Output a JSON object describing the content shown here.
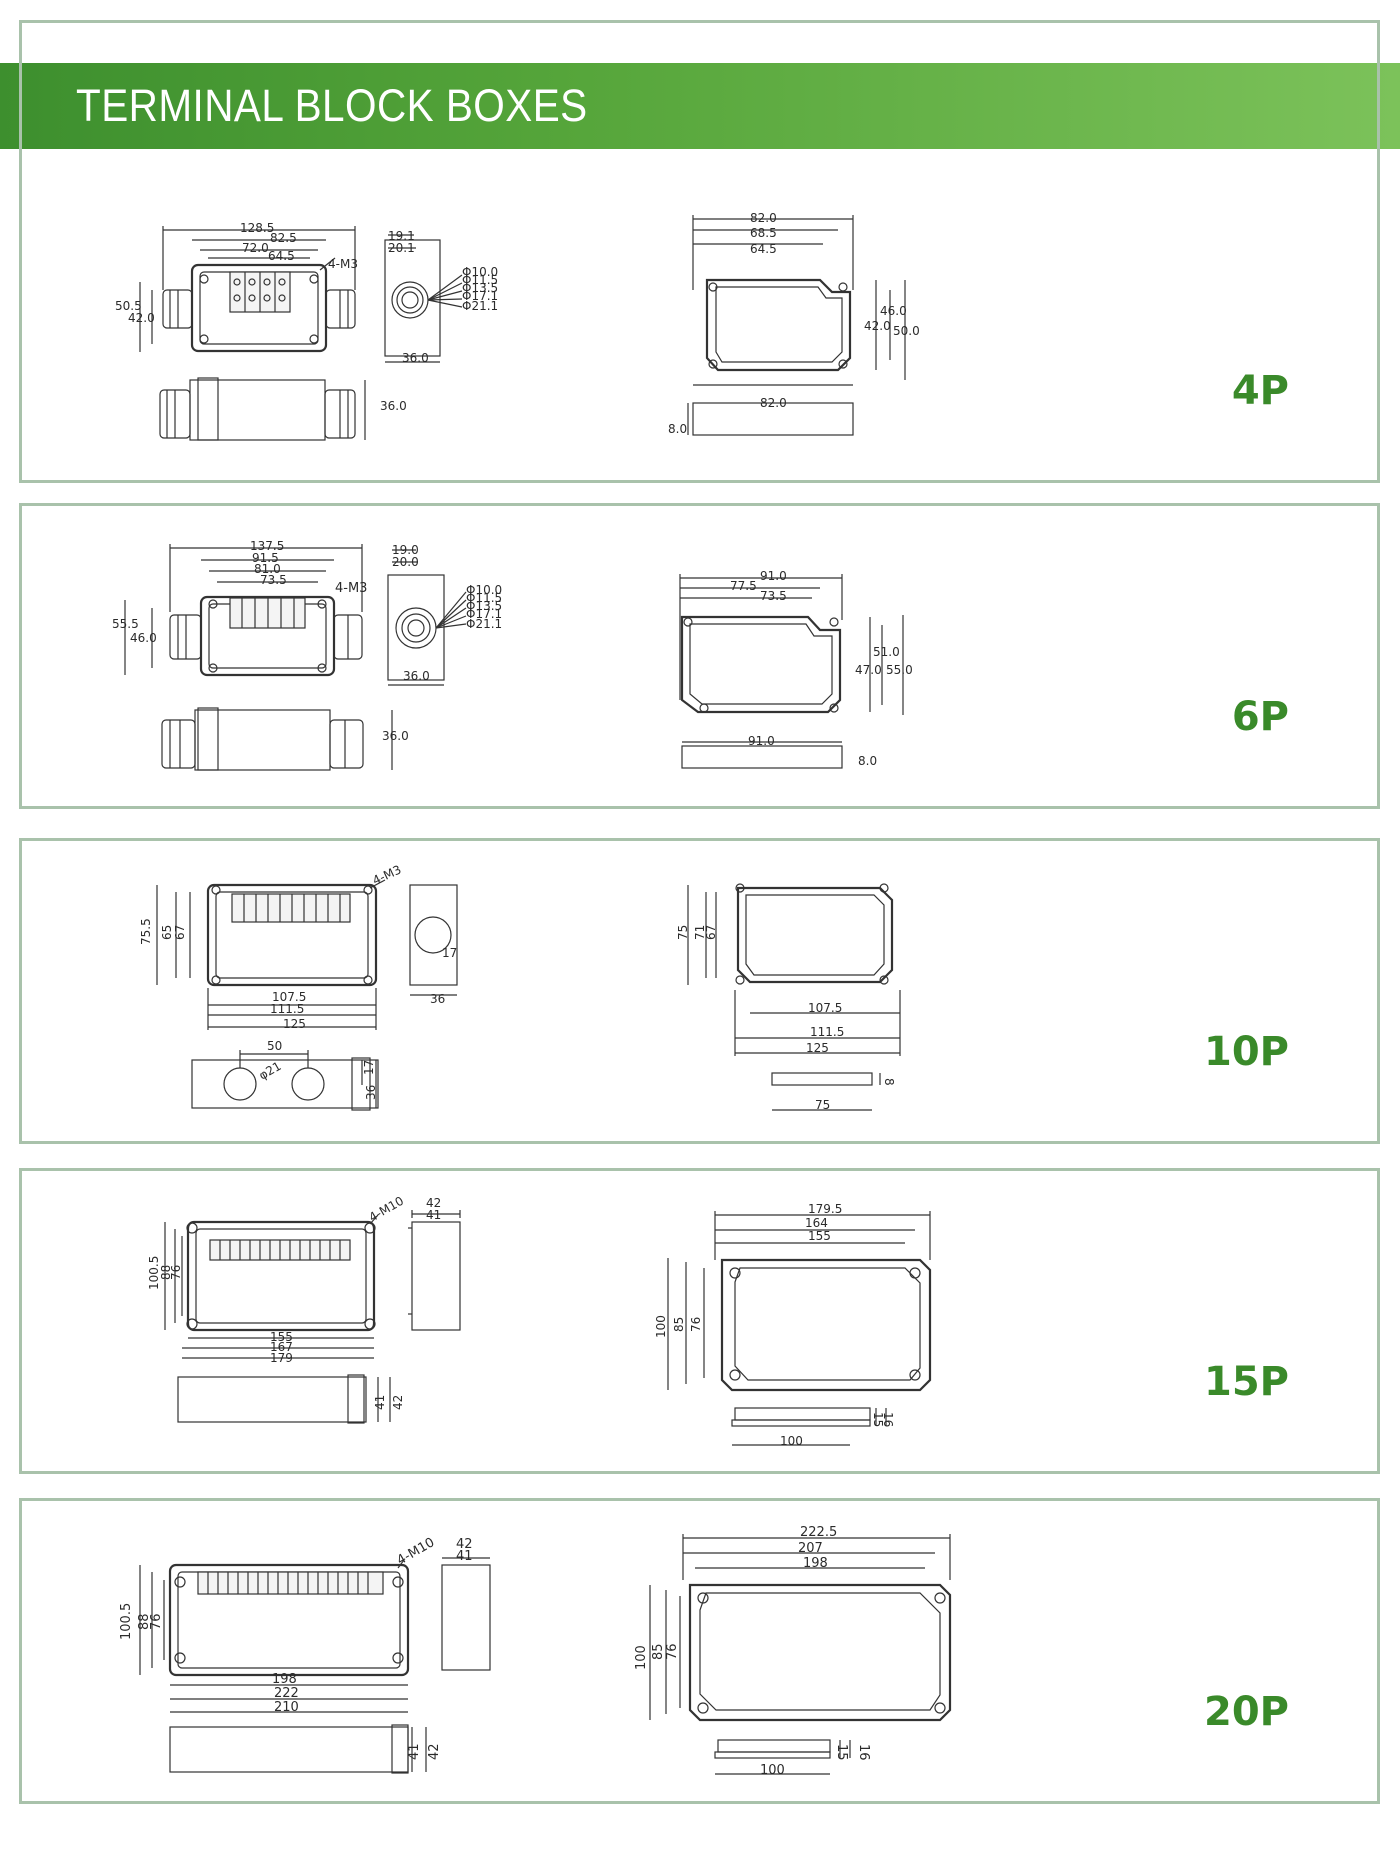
{
  "header": {
    "title": "TERMINAL BLOCK BOXES",
    "accent_color": "#4f9e36"
  },
  "models": [
    {
      "label": "4P",
      "dims": {
        "overall": "128.5",
        "inner1": "82.5",
        "inner2": "72.0",
        "inner3": "64.5",
        "h_outer": "50.5",
        "h_inner": "42.0",
        "screw": "4-M3",
        "side_a": "19.1",
        "side_b": "20.1",
        "side_depth": "36.0",
        "hole1": "Φ10.0",
        "hole2": "Φ11.5",
        "hole3": "Φ13.5",
        "hole4": "Φ17.1",
        "hole5": "Φ21.1",
        "front_depth": "36.0",
        "lid_w1": "82.0",
        "lid_w2": "68.5",
        "lid_w3": "64.5",
        "lid_h1": "46.0",
        "lid_h2": "42.0",
        "lid_h3": "50.0",
        "lid_bottom_w": "82.0",
        "lid_thick": "8.0"
      }
    },
    {
      "label": "6P",
      "dims": {
        "overall": "137.5",
        "inner1": "91.5",
        "inner2": "81.0",
        "inner3": "73.5",
        "h_outer": "55.5",
        "h_inner": "46.0",
        "screw": "4-M3",
        "side_a": "19.0",
        "side_b": "20.0",
        "side_depth": "36.0",
        "hole1": "Φ10.0",
        "hole2": "Φ11.5",
        "hole3": "Φ13.5",
        "hole4": "Φ17.1",
        "hole5": "Φ21.1",
        "front_depth": "36.0",
        "lid_w1": "91.0",
        "lid_w2": "77.5",
        "lid_w3": "73.5",
        "lid_h1": "51.0",
        "lid_h2": "47.0",
        "lid_h3": "55.0",
        "lid_bottom_w": "91.0",
        "lid_thick": "8.0"
      }
    },
    {
      "label": "10P",
      "dims": {
        "h1": "75.5",
        "h2": "65",
        "h3": "67",
        "screw": "4-M3",
        "w1": "107.5",
        "w2": "111.5",
        "w3": "125",
        "side_depth": "36",
        "side_hole": "17",
        "front_span": "50",
        "front_hole": "φ21",
        "front_h1": "17",
        "front_h2": "36",
        "lid_h1": "75",
        "lid_h2": "71",
        "lid_h3": "67",
        "lid_w1": "107.5",
        "lid_w2": "111.5",
        "lid_w3": "125",
        "lid_thick": "8",
        "lid_bottom_w": "75"
      }
    },
    {
      "label": "15P",
      "dims": {
        "h1": "100.5",
        "h2": "88",
        "h3": "76",
        "screw": "4-M10",
        "w1": "155",
        "w2": "167",
        "w3": "179",
        "side_a": "42",
        "side_b": "41",
        "front_h1": "41",
        "front_h2": "42",
        "lid_w1": "179.5",
        "lid_w2": "164",
        "lid_w3": "155",
        "lid_h1": "100",
        "lid_h2": "85",
        "lid_h3": "76",
        "lid_t1": "15",
        "lid_t2": "16",
        "lid_bottom_w": "100"
      }
    },
    {
      "label": "20P",
      "dims": {
        "h1": "100.5",
        "h2": "88",
        "h3": "76",
        "screw": "4-M10",
        "w1": "198",
        "w2": "222",
        "w3": "210",
        "side_a": "42",
        "side_b": "41",
        "front_h1": "41",
        "front_h2": "42",
        "lid_w1": "222.5",
        "lid_w2": "207",
        "lid_w3": "198",
        "lid_h1": "100",
        "lid_h2": "85",
        "lid_h3": "76",
        "lid_t1": "15",
        "lid_t2": "16",
        "lid_bottom_w": "100"
      }
    }
  ]
}
